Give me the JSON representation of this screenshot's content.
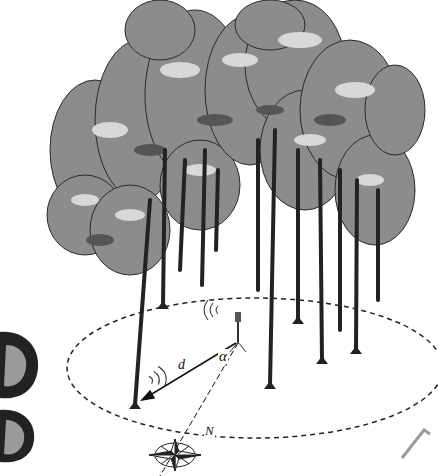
{
  "diagram": {
    "labels": [
      "d",
      "α",
      "N"
    ]
  }
}
